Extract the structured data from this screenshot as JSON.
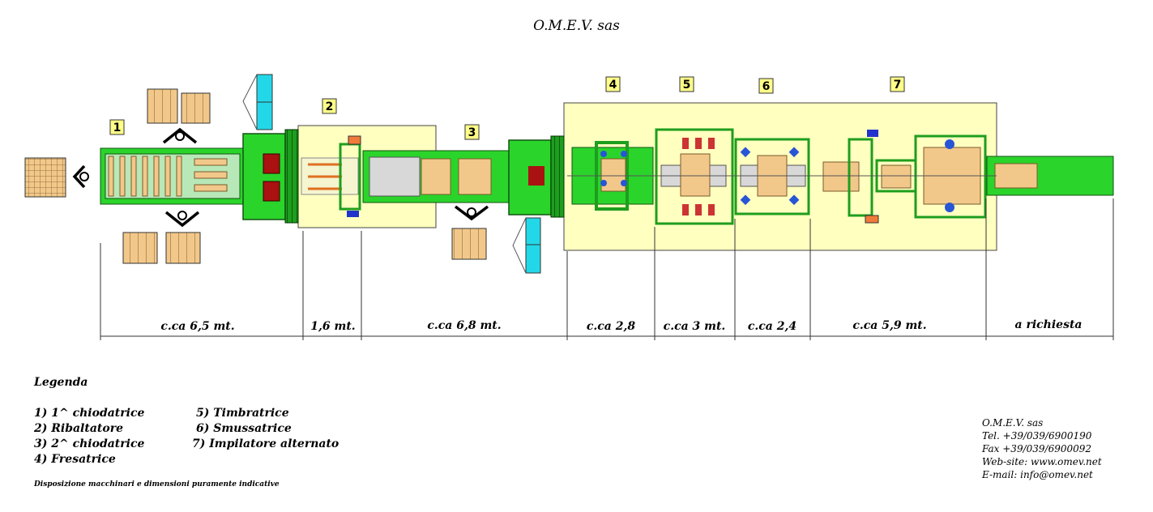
{
  "title": "O.M.E.V. sas",
  "stations": [
    {
      "num": "1"
    },
    {
      "num": "2"
    },
    {
      "num": "3"
    },
    {
      "num": "4"
    },
    {
      "num": "5"
    },
    {
      "num": "6"
    },
    {
      "num": "7"
    }
  ],
  "dimensions": [
    "c.ca 6,5 mt.",
    "1,6 mt.",
    "c.ca 6,8 mt.",
    "c.ca 2,8",
    "c.ca 3 mt.",
    "c.ca 2,4",
    "c.ca 5,9 mt.",
    "a richiesta"
  ],
  "legend": {
    "heading": "Legenda",
    "items": [
      "1) 1^ chiodatrice",
      "2) Ribaltatore",
      "3) 2^ chiodatrice",
      "4) Fresatrice",
      "5) Timbratrice",
      "6) Smussatrice",
      "7) Impilatore alternato"
    ],
    "note": "Disposizione macchinari e dimensioni puramente indicative"
  },
  "contact": {
    "company": "O.M.E.V. sas",
    "tel": "Tel. +39/039/6900190",
    "fax": "Fax +39/039/6900092",
    "web": "Web-site: www.omev.net",
    "email": "E-mail: info@omev.net"
  },
  "colors": {
    "conveyor": "#2ad42a",
    "frame": "#1e9e1e",
    "wood": "#f2c88a",
    "zone": "#ffffc0",
    "blue": "#22d8e8",
    "orange": "#f07a3a"
  }
}
